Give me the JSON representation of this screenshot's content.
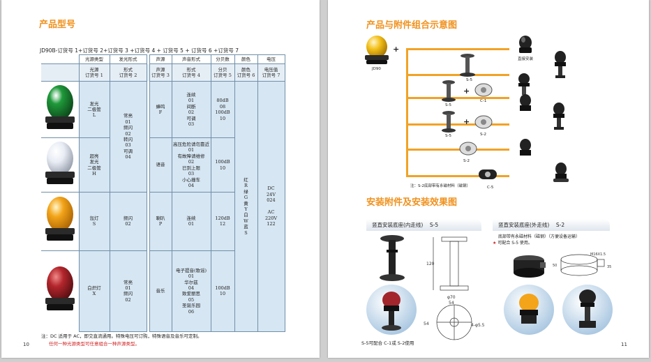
{
  "left_page": {
    "title": "产品型号",
    "formula": "JD90B-订货号 1+订货号 2+订货号 3 +订货号 4 + 订货号 5 + 订货号 6 +订货号 7",
    "headers_row1": [
      "光源类型",
      "发光形式",
      "声源",
      "声音形式",
      "分贝数",
      "颜色",
      "电压"
    ],
    "headers_row2": [
      "光源\n订货号 1",
      "形式\n订货号 2",
      "声源\n订货号 3",
      "形式\n订货号 4",
      "分贝\n订货号 5",
      "颜色\n订货号 6",
      "电压值\n订货号 7"
    ],
    "rows": [
      {
        "light": "发光\n二极管\nL",
        "mode": "常亮\n01\n频闪\n02",
        "sound": "蜂鸣\nF",
        "form": "连续\n01\n间断\n02\n可调\n03",
        "db": "80dB\n08\n100dB\n10"
      },
      {
        "light": "超亮\n发光\n二极管\nH",
        "mode": "转闪\n03\n可调\n04",
        "sound": "语音",
        "form": "高压危险请勿靠近\n01\n有故障请维修\n02\n已到上限\n03\n小心撞车\n04",
        "db": "100dB\n10"
      },
      {
        "light": "氙灯\nS",
        "mode": "频闪\n02",
        "sound": "喇叭\nP",
        "form": "连续\n01",
        "db": "120dB\n12"
      },
      {
        "light": "白炽灯\nX",
        "mode": "常亮\n01\n频闪\n02",
        "sound": "音乐",
        "form": "电子提音(歌谣)\n01\n华尔兹\n04\n致爱丽思\n05\n圣诞乐园\n06",
        "db": "100dB\n10"
      }
    ],
    "color_cell": "红\nR\n绿\nG\n黄\nY\n白\nW\n蓝\nS",
    "voltage_cell": "DC\n24V\n024\n\nAC\n220V\n122",
    "lamp_colors": [
      "#1f9a3a",
      "#e8ecf4",
      "#f3a419",
      "#b3262c"
    ],
    "note1": "注：DC 适用于 AC，即交直流通用。特殊电压可订购，特殊语音及音乐可定制。",
    "note2": "任何一种光源类型可任意组合一种声源类型。",
    "page_number": "10"
  },
  "right_page": {
    "title1": "产品与附件组合示意图",
    "title2": "安装附件及安装效果图",
    "labels": {
      "jd90": "JD90",
      "direct": "直接安装",
      "s5": "S-5",
      "c1": "C-1",
      "s2": "S-2",
      "c5": "C-5",
      "note": "注：S-2底部带有永磁材料（磁钢）"
    },
    "panel_left": {
      "title": "竖直安装底座(内走线)",
      "code": "S-5",
      "dims": [
        "120",
        "φ70",
        "54",
        "54",
        "4-φ5.5"
      ],
      "caption": "S-5可配合 C-1或 S-2使用"
    },
    "panel_right": {
      "title": "竖直安装底座(外走线)",
      "code": "S-2",
      "desc1": "底部带有永磁材料（磁钢）（方便设备运输）",
      "desc2": "可配合 S-5 使用。",
      "dims": [
        "M16X1.5",
        "50",
        "35"
      ]
    },
    "page_number": "11"
  },
  "accent_color": "#f0911d",
  "table_color": "#d6e6f3"
}
